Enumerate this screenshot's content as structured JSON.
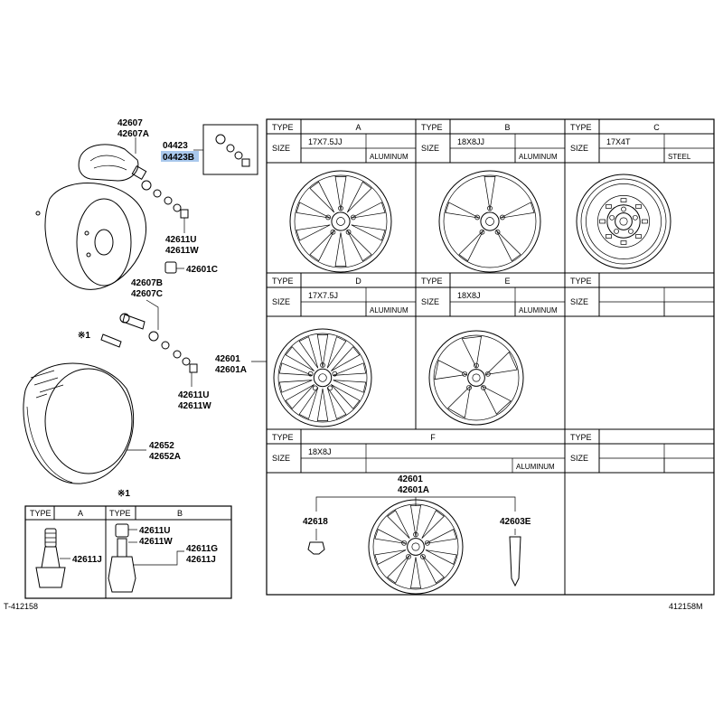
{
  "diagram_id_left": "T-412158",
  "diagram_id_right": "412158M",
  "callouts": {
    "sensor": [
      "42607",
      "42607A"
    ],
    "sensor_kit": [
      "04423",
      "04423B"
    ],
    "valve_upper": [
      "42611U",
      "42611W"
    ],
    "cap": "42601C",
    "valve_stem": [
      "42607B",
      "42607C"
    ],
    "note_mark": "※1",
    "valve_lower": [
      "42611U",
      "42611W"
    ],
    "tire": [
      "42652",
      "42652A"
    ],
    "wheel_main": [
      "42601",
      "42601A"
    ],
    "wheel_f": [
      "42601",
      "42601A"
    ],
    "nut": "42618",
    "weight": "42603E"
  },
  "valve_table": {
    "header_type": "TYPE",
    "col_a": "A",
    "col_b": "B",
    "note_mark": "※1",
    "a_part": "42611J",
    "b_parts_top": [
      "42611U",
      "42611W"
    ],
    "b_parts_side": [
      "42611G",
      "42611J"
    ]
  },
  "wheel_table": {
    "type_label": "TYPE",
    "size_label": "SIZE",
    "cells": [
      {
        "type": "A",
        "size": "17X7.5JJ",
        "material": "ALUMINUM"
      },
      {
        "type": "B",
        "size": "18X8JJ",
        "material": "ALUMINUM"
      },
      {
        "type": "C",
        "size": "17X4T",
        "material": "STEEL"
      },
      {
        "type": "D",
        "size": "17X7.5J",
        "material": "ALUMINUM"
      },
      {
        "type": "E",
        "size": "18X8J",
        "material": "ALUMINUM"
      },
      {
        "type": "",
        "size": "",
        "material": ""
      },
      {
        "type": "F",
        "size": "18X8J",
        "material": "ALUMINUM"
      },
      {
        "type": "",
        "size": "",
        "material": ""
      }
    ]
  },
  "colors": {
    "highlight": "#a9c8ec",
    "ink": "#000000"
  }
}
